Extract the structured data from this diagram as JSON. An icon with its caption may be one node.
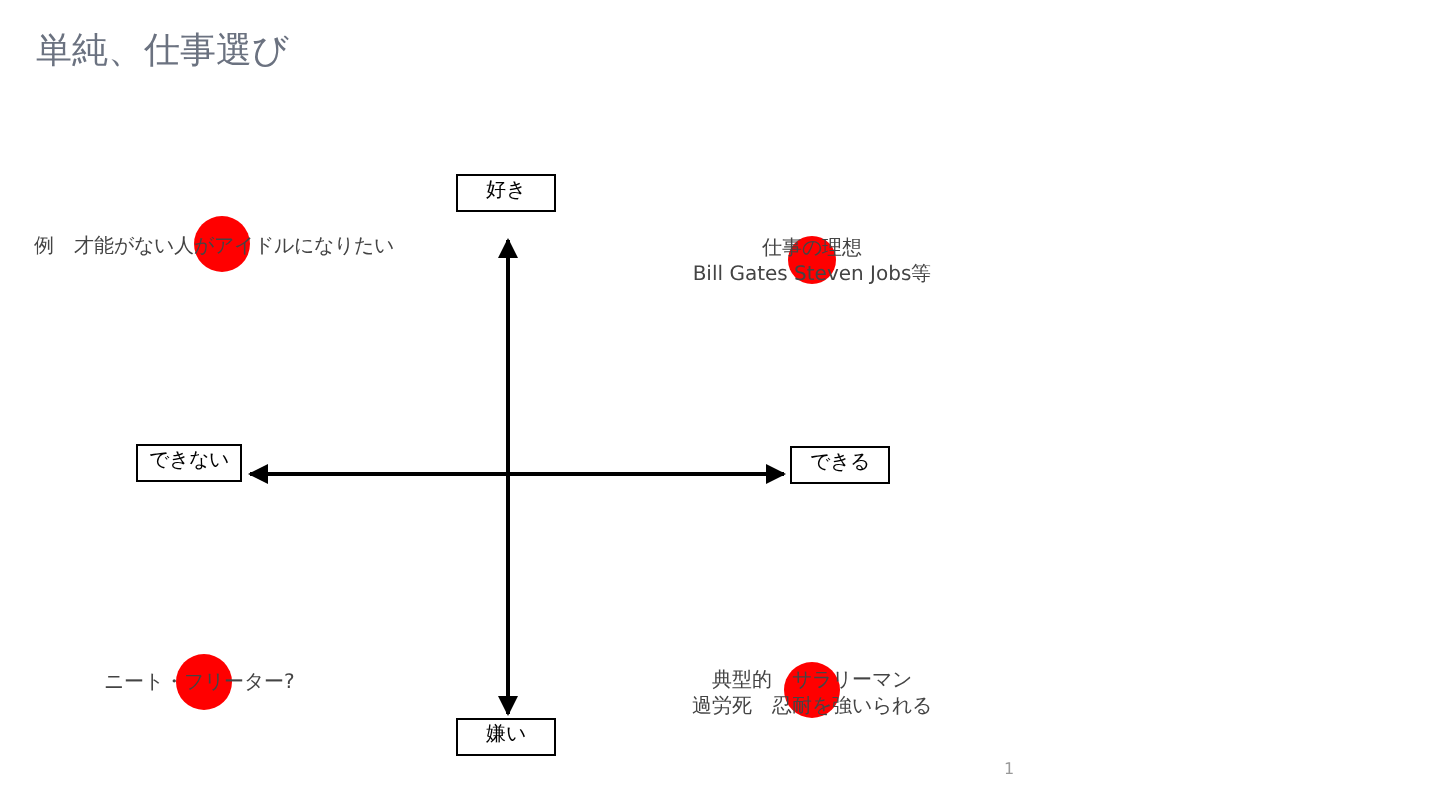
{
  "diagram": {
    "title": "単純、仕事選び",
    "nodes": [
      {
        "text": [
          "好き"
        ]
      },
      {
        "text": [
          "できない"
        ]
      },
      {
        "text": [
          "できる"
        ]
      },
      {
        "text": [
          "嫌い"
        ]
      }
    ],
    "edges": [
      {
        "from": 0,
        "to": 3,
        "arrow": "both"
      },
      {
        "from": 1,
        "to": 2,
        "arrow": "both"
      }
    ],
    "labels": [
      "例　才能がない人がアイドルになりたい",
      "仕事の理想",
      "Bill Gates Steven Jobs等",
      "ニート・フリーター?",
      "典型的　サラリーマン",
      "過労死　忍耐を強いられる",
      "1"
    ]
  }
}
